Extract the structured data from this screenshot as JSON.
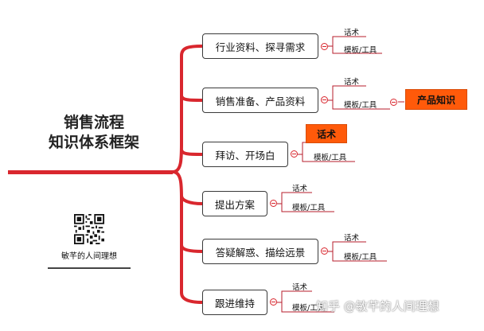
{
  "diagram": {
    "title_line1": "销售流程",
    "title_line2": "知识体系框架",
    "steps": [
      {
        "label": "行业资料、探寻需求",
        "leaf_top": "话术",
        "leaf_bottom": "模板/工具"
      },
      {
        "label": "销售准备、产品资料",
        "leaf_top": "话术",
        "leaf_bottom": "模板/工具",
        "extra_tag": "产品知识"
      },
      {
        "label": "拜访、开场白",
        "leaf_top_tag": "话术",
        "leaf_bottom": "模板/工具"
      },
      {
        "label": "提出方案",
        "leaf_top": "话术",
        "leaf_bottom": "模板/工具"
      },
      {
        "label": "答疑解惑、描绘远景",
        "leaf_top": "话术",
        "leaf_bottom": "模板/工具"
      },
      {
        "label": "跟进维持",
        "leaf_top": "话术",
        "leaf_bottom": "模板/工具"
      }
    ],
    "author": "敏芊的人间理想",
    "watermark": "知乎 @敏芊的人间理想",
    "colors": {
      "accent_red": "#d9272e",
      "tag_orange": "#ff5a0a",
      "text": "#111111"
    }
  }
}
